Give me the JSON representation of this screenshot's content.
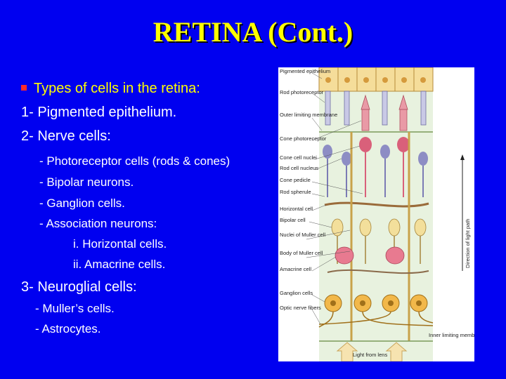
{
  "slide": {
    "title": "RETINA (Cont.)",
    "heading": "Types of cells in the retina:",
    "items": [
      "1- Pigmented epithelium.",
      "2- Nerve cells:",
      "- Photoreceptor cells (rods & cones)",
      "-  Bipolar neurons.",
      "- Ganglion cells.",
      "- Association neurons:",
      "i. Horizontal cells.",
      "ii. Amacrine cells.",
      "3- Neuroglial cells:",
      "- Muller’s cells.",
      "- Astrocytes."
    ]
  },
  "figure": {
    "labels": [
      "Pigmented epithelium",
      "Rod photoreceptor",
      "Outer limiting membrane",
      "Cone photoreceptor",
      "Cone cell nuclei",
      "Rod cell nucleus",
      "Cone pedicle",
      "Rod spherule",
      "Horizontal cell",
      "Bipolar cell",
      "Nuclei of Muller cell",
      "Body of Muller cell",
      "Amacrine cell",
      "Ganglion cells",
      "Optic nerve fibers",
      "Inner limiting membrane",
      "Light from lens",
      "Direction of light path"
    ]
  },
  "colors": {
    "background": "#0000f0",
    "title": "#ffff00",
    "bullet": "#ff2a2a"
  }
}
